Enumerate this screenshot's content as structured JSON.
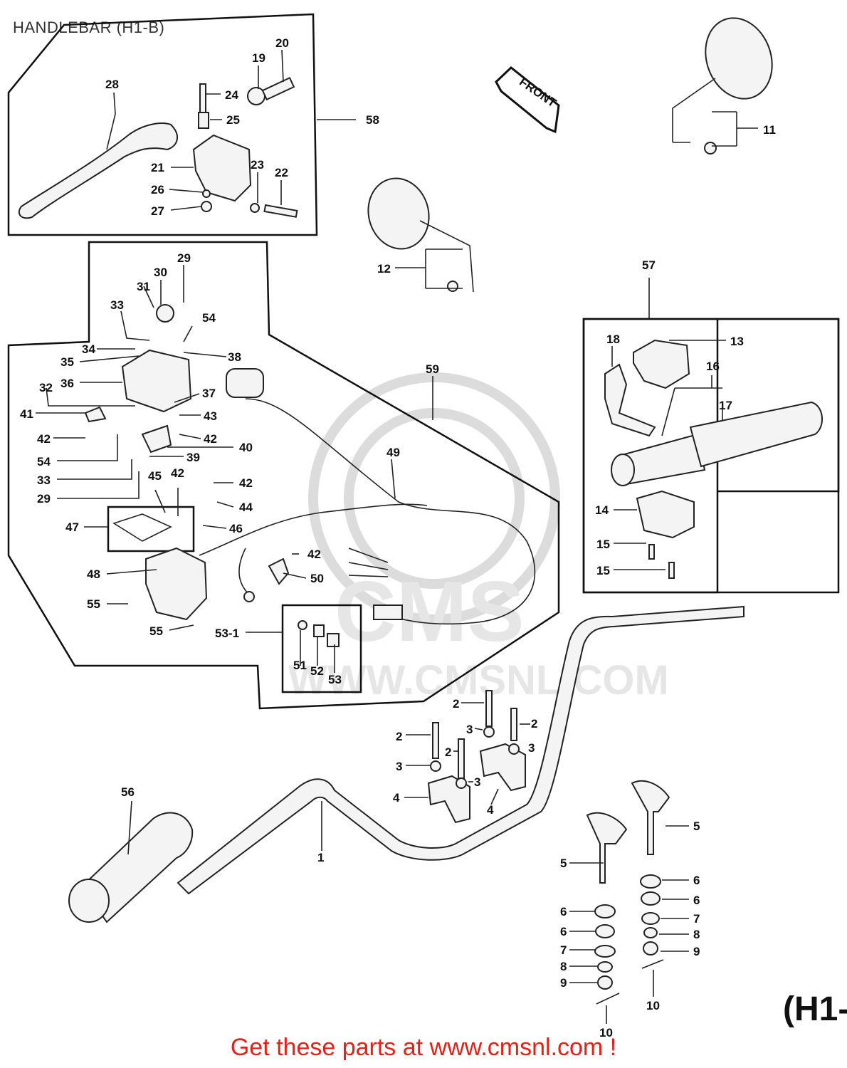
{
  "title": "HANDLEBAR (H1-B)",
  "front_label": "FRONT",
  "watermark_brand": "CMS",
  "watermark_url": "WWW.CMSNL.COM",
  "cta": "Get these parts at www.cmsnl.com !",
  "model_tag": "(H1-",
  "colors": {
    "cta": "#e32119",
    "line": "#222222",
    "watermark": "#dcdcdc"
  },
  "callouts": [
    "1",
    "2",
    "3",
    "4",
    "5",
    "6",
    "7",
    "8",
    "9",
    "10",
    "11",
    "12",
    "13",
    "14",
    "15",
    "16",
    "17",
    "18",
    "19",
    "20",
    "21",
    "22",
    "23",
    "24",
    "25",
    "26",
    "27",
    "28",
    "29",
    "30",
    "31",
    "32",
    "33",
    "34",
    "35",
    "36",
    "37",
    "38",
    "39",
    "40",
    "41",
    "42",
    "43",
    "44",
    "45",
    "46",
    "47",
    "48",
    "49",
    "50",
    "51",
    "52",
    "53",
    "53-1",
    "54",
    "55",
    "56",
    "57",
    "58",
    "59"
  ]
}
